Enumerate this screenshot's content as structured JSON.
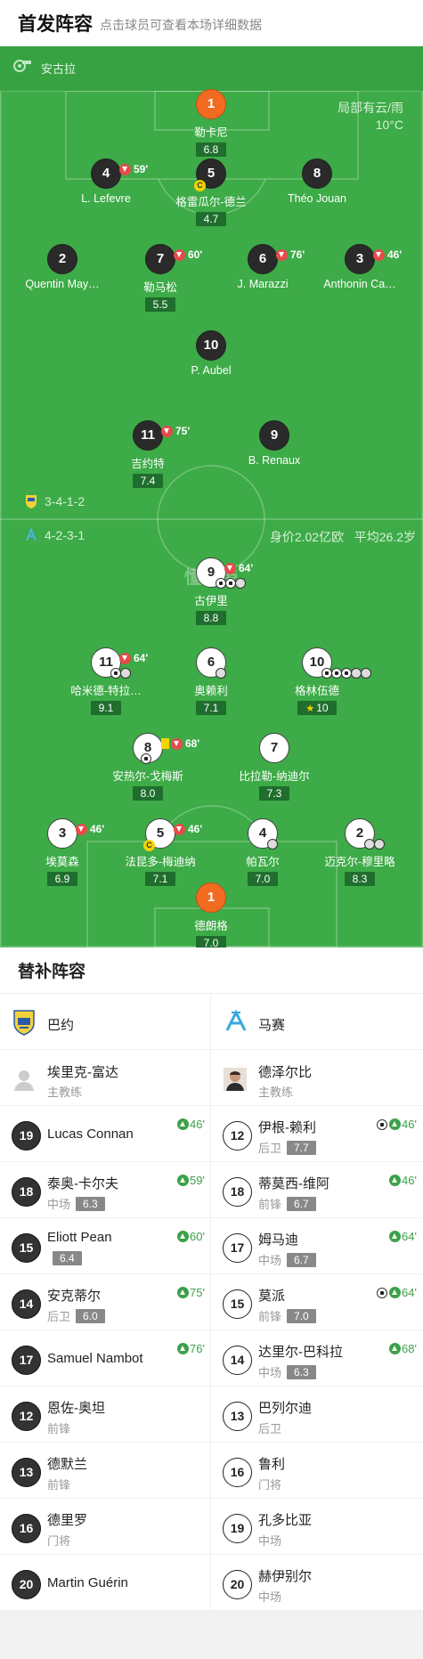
{
  "header": {
    "title": "首发阵容",
    "subtitle": "点击球员可查看本场详细数据"
  },
  "pitch": {
    "home_team": "安古拉",
    "weather_line1": "局部有云/雨",
    "weather_line2": "10°C",
    "home_formation": "3-4-1-2",
    "away_formation": "4-2-3-1",
    "market_value": "身价2.02亿欧",
    "average_age": "平均26.2岁",
    "watermark": "懂球帝",
    "colors": {
      "pitch": "#3dab47",
      "goalkeeper": "#f36b21",
      "rating_bg": "#1f6e2d"
    },
    "home_players": [
      {
        "number": "1",
        "name": "勒卡尼",
        "rating": "6.8"
      },
      {
        "number": "4",
        "name": "L. Lefevre",
        "sub_time": "59'"
      },
      {
        "number": "5",
        "name": "格雷瓜尔-德兰",
        "rating": "4.7",
        "captain": "C"
      },
      {
        "number": "8",
        "name": "Théo Jouan"
      },
      {
        "number": "2",
        "name": "Quentin May…"
      },
      {
        "number": "7",
        "name": "勒马松",
        "rating": "5.5",
        "sub_time": "60'"
      },
      {
        "number": "6",
        "name": "J. Marazzi",
        "sub_time": "76'"
      },
      {
        "number": "3",
        "name": "Anthonin Ca…",
        "sub_time": "46'"
      },
      {
        "number": "10",
        "name": "P. Aubel"
      },
      {
        "number": "11",
        "name": "吉约特",
        "rating": "7.4",
        "sub_time": "75'"
      },
      {
        "number": "9",
        "name": "B. Renaux"
      }
    ],
    "away_players": [
      {
        "number": "9",
        "name": "古伊里",
        "rating": "8.8",
        "sub_time": "64'"
      },
      {
        "number": "11",
        "name": "哈米德-特拉…",
        "rating": "9.1",
        "sub_time": "64'"
      },
      {
        "number": "6",
        "name": "奥赖利",
        "rating": "7.1"
      },
      {
        "number": "10",
        "name": "格林伍德",
        "rating": "10"
      },
      {
        "number": "8",
        "name": "安热尔-戈梅斯",
        "rating": "8.0",
        "sub_time": "68'"
      },
      {
        "number": "7",
        "name": "比拉勒-纳迪尔",
        "rating": "7.3"
      },
      {
        "number": "3",
        "name": "埃莫森",
        "rating": "6.9",
        "sub_time": "46'"
      },
      {
        "number": "5",
        "name": "法昆多-梅迪纳",
        "rating": "7.1",
        "sub_time": "46'",
        "captain": "C"
      },
      {
        "number": "4",
        "name": "帕瓦尔",
        "rating": "7.0"
      },
      {
        "number": "2",
        "name": "迈克尔-穆里略",
        "rating": "8.3"
      },
      {
        "number": "1",
        "name": "德朗格",
        "rating": "7.0"
      }
    ]
  },
  "bench": {
    "title": "替补阵容",
    "home": {
      "team": "巴约",
      "coach": {
        "name": "埃里克-富达",
        "role": "主教练"
      },
      "players": [
        {
          "number": "19",
          "name": "Lucas Connan",
          "sub": "46'"
        },
        {
          "number": "18",
          "name": "泰奥-卡尔夫",
          "pos": "中场",
          "rating": "6.3",
          "sub": "59'"
        },
        {
          "number": "15",
          "name": "Eliott Pean",
          "pos": "",
          "rating": "6.4",
          "sub": "60'"
        },
        {
          "number": "14",
          "name": "安克蒂尔",
          "pos": "后卫",
          "rating": "6.0",
          "sub": "75'"
        },
        {
          "number": "17",
          "name": "Samuel Nambot",
          "sub": "76'"
        },
        {
          "number": "12",
          "name": "恩佐-奥坦",
          "pos": "前锋"
        },
        {
          "number": "13",
          "name": "德默兰",
          "pos": "前锋"
        },
        {
          "number": "16",
          "name": "德里罗",
          "pos": "门将"
        },
        {
          "number": "20",
          "name": "Martin Guérin"
        }
      ]
    },
    "away": {
      "team": "马赛",
      "coach": {
        "name": "德泽尔比",
        "role": "主教练"
      },
      "players": [
        {
          "number": "12",
          "name": "伊根-赖利",
          "pos": "后卫",
          "rating": "7.7",
          "sub": "46'",
          "goal": true
        },
        {
          "number": "18",
          "name": "蒂莫西-维阿",
          "pos": "前锋",
          "rating": "6.7",
          "sub": "46'"
        },
        {
          "number": "17",
          "name": "姆马迪",
          "pos": "中场",
          "rating": "6.7",
          "sub": "64'"
        },
        {
          "number": "15",
          "name": "莫派",
          "pos": "前锋",
          "rating": "7.0",
          "sub": "64'",
          "goal": true
        },
        {
          "number": "14",
          "name": "达里尔-巴科拉",
          "pos": "中场",
          "rating": "6.3",
          "sub": "68'"
        },
        {
          "number": "13",
          "name": "巴列尔迪",
          "pos": "后卫"
        },
        {
          "number": "16",
          "name": "鲁利",
          "pos": "门将"
        },
        {
          "number": "19",
          "name": "孔多比亚",
          "pos": "中场"
        },
        {
          "number": "20",
          "name": "赫伊别尔",
          "pos": "中场"
        }
      ]
    }
  }
}
